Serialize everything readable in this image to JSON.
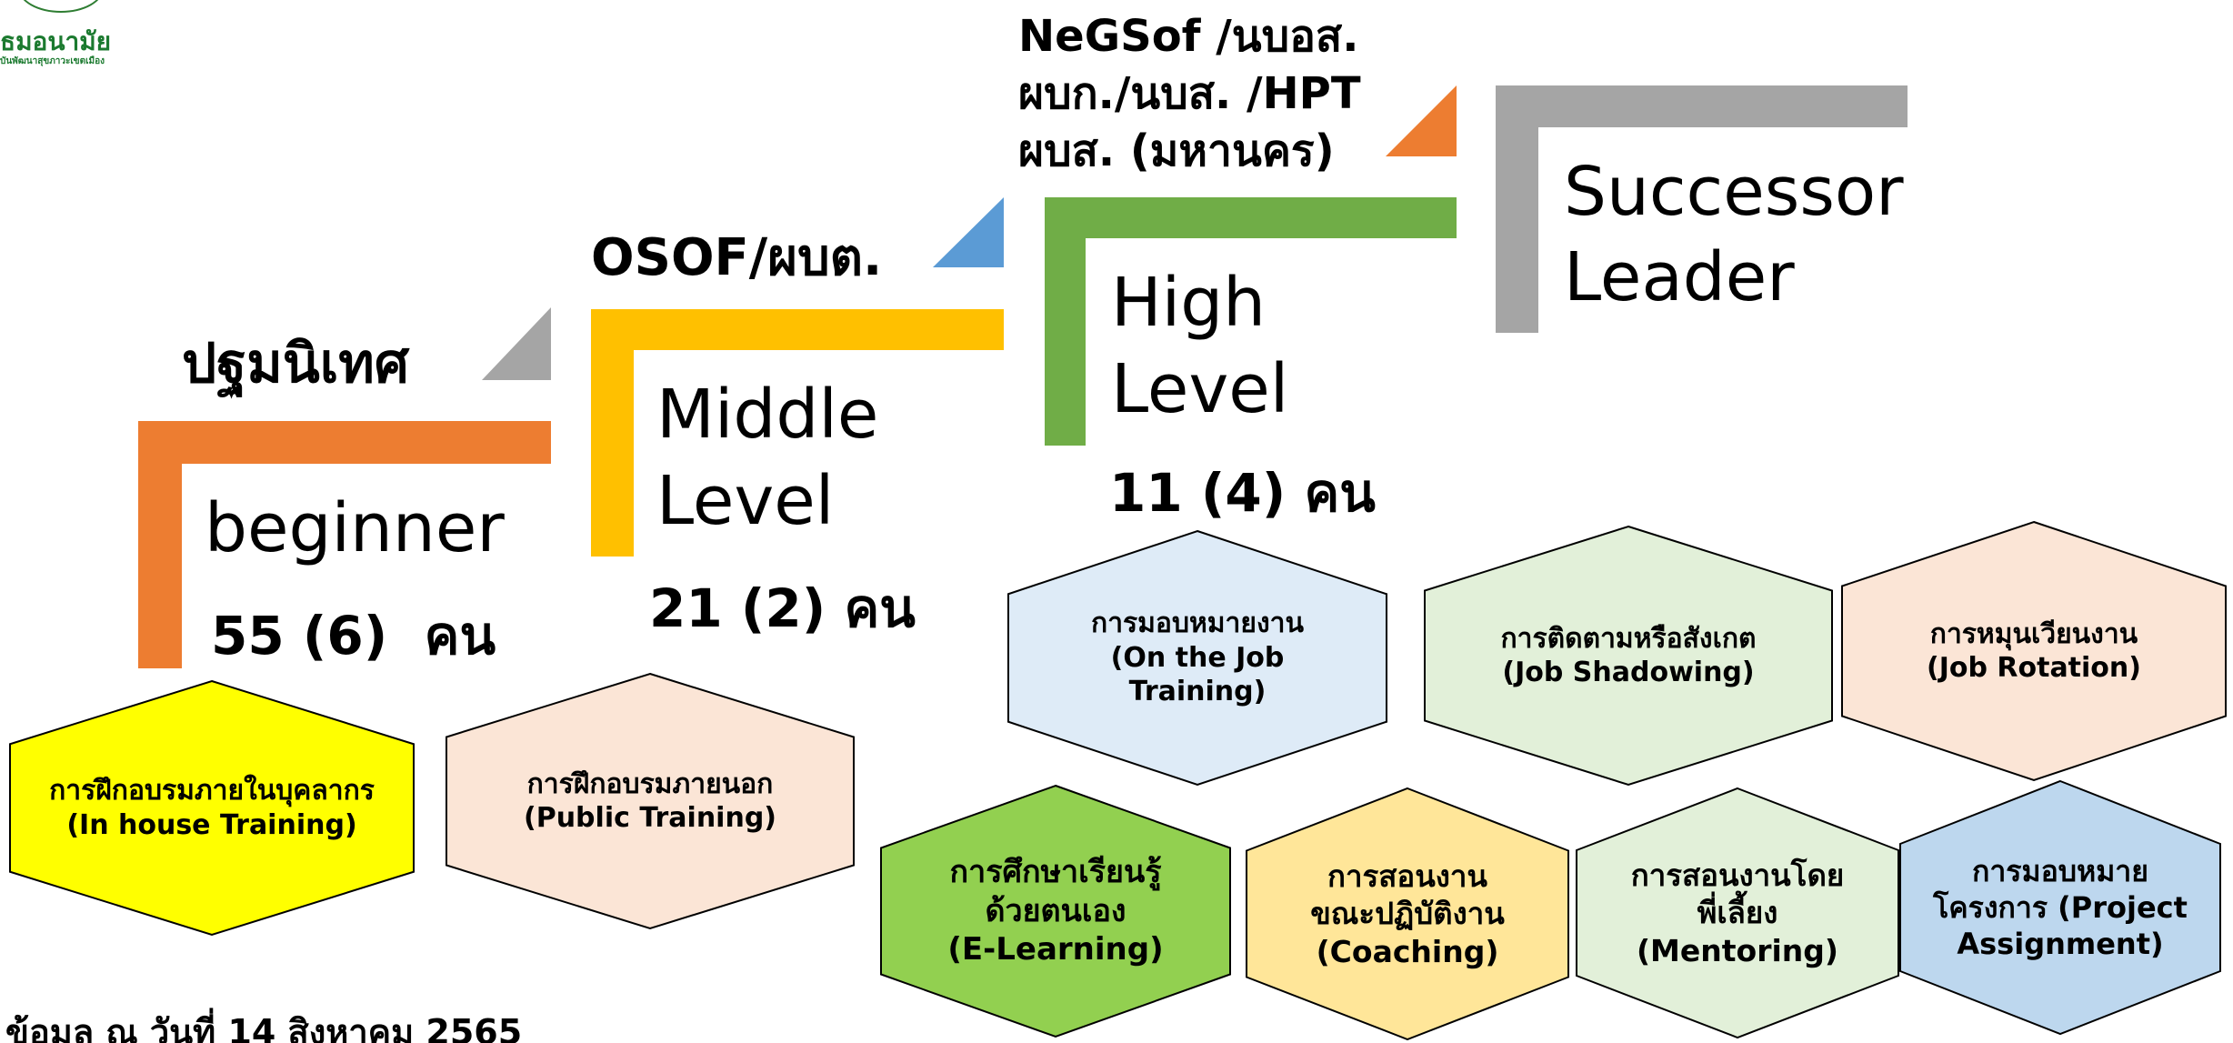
{
  "logo": {
    "title": "ธมอนามัย",
    "subtitle": "บันพัฒนาสุขภาวะเขตเมือง"
  },
  "levels": {
    "beginner": {
      "group": "ปฐมนิเทศ",
      "name": "beginner",
      "count": "55 (6)  คน",
      "color": "#ED7D31"
    },
    "middle": {
      "group": "OSOF/ผบต.",
      "name_line1": "Middle",
      "name_line2": "Level",
      "count": "21 (2) คน",
      "color": "#FFC000"
    },
    "high": {
      "group_line1": "NeGSof /นบอส.",
      "group_line2": "ผบก./นบส. /HPT",
      "group_line3": "ผบส. (มหานคร)",
      "name_line1": "High",
      "name_line2": "Level",
      "count": "11 (4) คน",
      "color": "#70AD47"
    },
    "successor": {
      "name_line1": "Successor",
      "name_line2": "Leader",
      "color": "#A5A5A5"
    }
  },
  "triangle_colors": {
    "beginner": "#A5A5A5",
    "middle": "#5B9BD5",
    "high": "#ED7D31"
  },
  "methods": {
    "in_house": {
      "label": "การฝึกอบรมภายในบุคลากร\n(In house Training)",
      "fill": "#FFFF00"
    },
    "public": {
      "label": "การฝึกอบรมภายนอก\n(Public Training)",
      "fill": "#FBE5D6"
    },
    "ojt": {
      "label": "การมอบหมายงาน\n(On the Job\nTraining)",
      "fill": "#DEEBF7"
    },
    "shadowing": {
      "label": "การติดตามหรือสังเกต\n(Job Shadowing)",
      "fill": "#E2F0D9"
    },
    "rotation": {
      "label": "การหมุนเวียนงาน\n(Job Rotation)",
      "fill": "#FBE5D6"
    },
    "elearning": {
      "label": "การศึกษาเรียนรู้\nด้วยตนเอง\n(E-Learning)",
      "fill": "#92D050"
    },
    "coaching": {
      "label": "การสอนงาน\nขณะปฏิบัติงาน\n(Coaching)",
      "fill": "#FFE699"
    },
    "mentoring": {
      "label": "การสอนงานโดย\nพี่เลี้ยง\n(Mentoring)",
      "fill": "#E2F0D9"
    },
    "project": {
      "label": "การมอบหมาย\nโครงการ (Project\nAssignment)",
      "fill": "#BDD7EE"
    }
  },
  "footer": "ข้อมูล ณ วันที่ 14 สิงหาคม 2565"
}
